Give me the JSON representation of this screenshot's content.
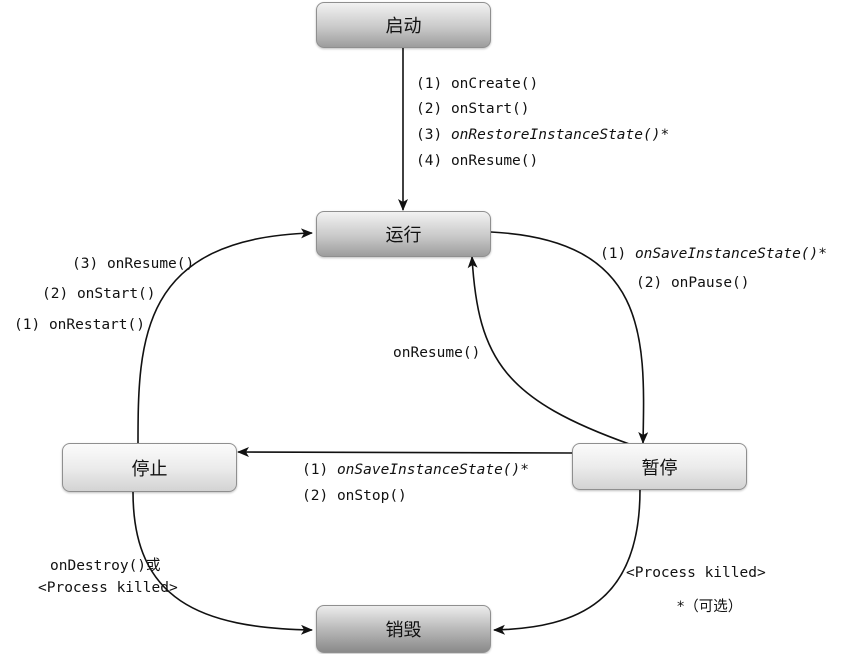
{
  "states": {
    "launch": "启动",
    "running": "运行",
    "paused": "暂停",
    "stopped": "停止",
    "destroyed": "销毁"
  },
  "transitions": {
    "launch_to_running": {
      "l1": {
        "num": "(1)",
        "method": "onCreate()",
        "mark": ""
      },
      "l2": {
        "num": "(2)",
        "method": "onStart()",
        "mark": ""
      },
      "l3": {
        "num": "(3)",
        "method": "onRestoreInstanceState()",
        "mark": "*"
      },
      "l4": {
        "num": "(4)",
        "method": "onResume()",
        "mark": ""
      }
    },
    "running_to_paused": {
      "l1": {
        "num": "(1)",
        "method": "onSaveInstanceState()",
        "mark": "*"
      },
      "l2": {
        "num": "(2)",
        "method": "onPause()",
        "mark": ""
      }
    },
    "paused_to_running": {
      "method": "onResume()"
    },
    "paused_to_stopped": {
      "l1": {
        "num": "(1)",
        "method": "onSaveInstanceState()",
        "mark": "*"
      },
      "l2": {
        "num": "(2)",
        "method": "onStop()",
        "mark": ""
      }
    },
    "stopped_to_running": {
      "l3": {
        "num": "(3)",
        "method": "onResume()"
      },
      "l2": {
        "num": "(2)",
        "method": "onStart()"
      },
      "l1": {
        "num": "(1)",
        "method": "onRestart()"
      }
    },
    "stopped_to_destroyed": {
      "line1": "onDestroy()或",
      "line2": "<Process killed>"
    },
    "paused_to_destroyed": {
      "label": "<Process killed>"
    }
  },
  "legend": {
    "note": "*（可选）"
  }
}
